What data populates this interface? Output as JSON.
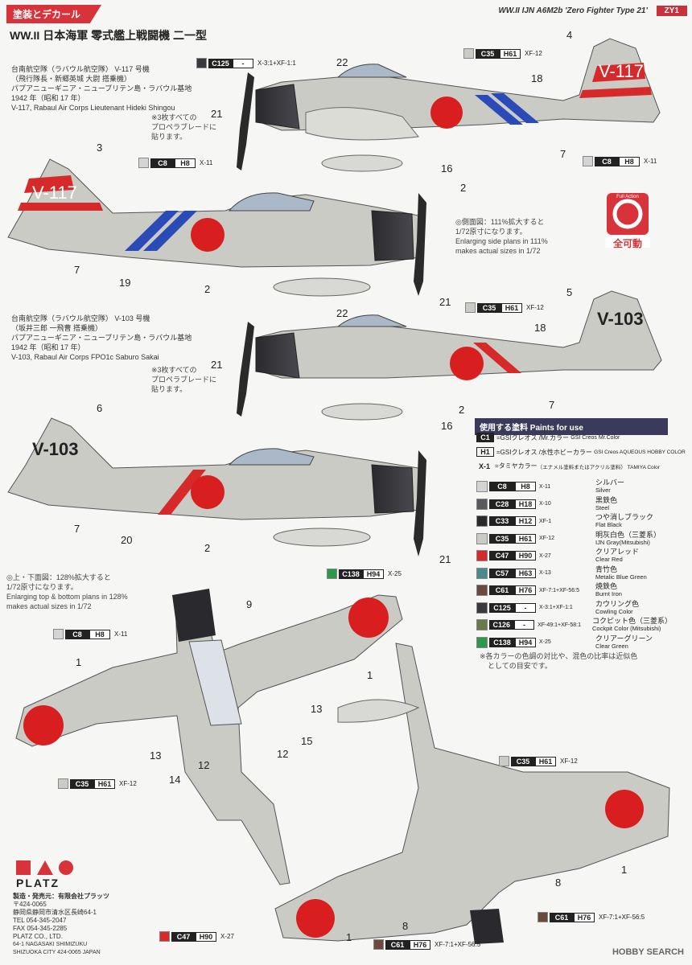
{
  "header": {
    "section_tab": "塗装とデカール",
    "right_title": "WW.II IJN A6M2b 'Zero Fighter Type 21'",
    "right_code": "ZY1",
    "main_title": "WW.II 日本海軍 零式艦上戦闘機 二一型"
  },
  "v117": {
    "caption_ja": [
      "台南航空隊（ラバウル航空隊） V-117 号機",
      "（飛行隊長・新郷英城 大尉 搭乗機）",
      "パプアニューギニア・ニューブリテン島・ラバウル基地",
      "1942 年（昭和 17 年）"
    ],
    "caption_en": "V-117, Rabaul Air Corps Lieutenant Hideki Shingou",
    "tail_code": "V-117"
  },
  "v103": {
    "caption_ja": [
      "台南航空隊（ラバウル航空隊） V-103 号機",
      "（坂井三郎 一飛曹 搭乗機）",
      "パプアニューギニア・ニューブリテン島・ラバウル基地",
      "1942 年（昭和 17 年）"
    ],
    "caption_en": "V-103, Rabaul Air Corps FPO1c Saburo Sakai",
    "tail_code": "V-103"
  },
  "notes": {
    "propeller": [
      "※3枚すべての",
      "プロペラブレードに",
      "貼ります。"
    ],
    "side_scale": [
      "◎側面図：111%拡大すると",
      "1/72原寸になります。",
      "Enlarging side plans in 111%",
      "makes actual sizes in 1/72"
    ],
    "topbottom_scale": [
      "◎上・下面図：128%拡大すると",
      "1/72原寸になります。",
      "Enlarging top & bottom plans in 128%",
      "makes actual sizes in 1/72"
    ],
    "color_note": [
      "※各カラーの色調の対比や、混色の比率は近似色",
      "としての目安です。"
    ]
  },
  "chips": {
    "c125": {
      "c": "C125",
      "h": "-",
      "x": "X-3:1+XF-1:1",
      "color": "#3a3a3e"
    },
    "c35": {
      "c": "C35",
      "h": "H61",
      "x": "XF-12",
      "color": "#c9cbc4"
    },
    "c8": {
      "c": "C8",
      "h": "H8",
      "x": "X-11",
      "color": "#d4d4d4"
    },
    "c138": {
      "c": "C138",
      "h": "H94",
      "x": "X-25",
      "color": "#2a9a4a"
    },
    "c47": {
      "c": "C47",
      "h": "H90",
      "x": "X-27",
      "color": "#d62a2a"
    },
    "c61": {
      "c": "C61",
      "h": "H76",
      "x": "XF-7:1+XF-56:5",
      "color": "#6a4a3a"
    }
  },
  "callouts": {
    "n1": "1",
    "n2": "2",
    "n3": "3",
    "n4": "4",
    "n5": "5",
    "n6": "6",
    "n7": "7",
    "n8": "8",
    "n9": "9",
    "n12": "12",
    "n13": "13",
    "n14": "14",
    "n15": "15",
    "n16": "16",
    "n18": "18",
    "n19": "19",
    "n20": "20",
    "n21": "21",
    "n22": "22"
  },
  "paints": {
    "header": "使用する塗料 Paints for use",
    "legend": [
      {
        "key": "C1",
        "text_ja": "=GSIクレオス /Mr.カラー",
        "text_en": "GSI Creos Mr.Color",
        "inverse": true
      },
      {
        "key": "H1",
        "text_ja": "=GSIクレオス /水性ホビーカラー",
        "text_en": "GSI Creos AQUEOUS HOBBY COLOR",
        "inverse": false
      },
      {
        "key": "X-1",
        "text_ja": "=タミヤカラー",
        "text_en": "（エナメル塗料またはアクリル塗料） TAMIYA Color",
        "inverse": false
      }
    ],
    "rows": [
      {
        "c": "C8",
        "h": "H8",
        "x": "X-11",
        "ja": "シルバー",
        "en": "Silver",
        "color": "#d4d4d4"
      },
      {
        "c": "C28",
        "h": "H18",
        "x": "X-10",
        "ja": "黒鉄色",
        "en": "Steel",
        "color": "#5a5a5e"
      },
      {
        "c": "C33",
        "h": "H12",
        "x": "XF-1",
        "ja": "つや消しブラック",
        "en": "Flat Black",
        "color": "#2a2a2a"
      },
      {
        "c": "C35",
        "h": "H61",
        "x": "XF-12",
        "ja": "明灰白色（三菱系）",
        "en": "IJN Gray(Mitsubishi)",
        "color": "#c9cbc4"
      },
      {
        "c": "C47",
        "h": "H90",
        "x": "X-27",
        "ja": "クリアレッド",
        "en": "Clear Red",
        "color": "#d62a2a"
      },
      {
        "c": "C57",
        "h": "H63",
        "x": "X-13",
        "ja": "青竹色",
        "en": "Metalic Blue Green",
        "color": "#4a8a8a"
      },
      {
        "c": "C61",
        "h": "H76",
        "x": "XF-7:1+XF-56:5",
        "ja": "焼鉄色",
        "en": "Burnt Iron",
        "color": "#6a4a3a"
      },
      {
        "c": "C125",
        "h": "-",
        "x": "X-3:1+XF-1:1",
        "ja": "カウリング色",
        "en": "Cowling Color",
        "color": "#3a3a3e"
      },
      {
        "c": "C126",
        "h": "-",
        "x": "XF-49:1+XF-58:1",
        "ja": "コクピット色（三菱系）",
        "en": "Cockpit Color (Mitsubishi)",
        "color": "#6a7a4a"
      },
      {
        "c": "C138",
        "h": "H94",
        "x": "X-25",
        "ja": "クリアーグリーン",
        "en": "Clear Green",
        "color": "#2a9a4a"
      }
    ]
  },
  "maker": {
    "brand": "PLATZ",
    "lines": [
      "製造・発売元：有限会社プラッツ",
      "〒424-0065",
      "静岡県静岡市清水区長崎64-1",
      "TEL 054-345-2047",
      "FAX 054-345-2285",
      "PLATZ CO., LTD.",
      "64-1 NAGASAKI SHIMIZUKU",
      "SHIZUOKA CITY 424-0065 JAPAN"
    ]
  },
  "full_action": {
    "label": "Full Action",
    "kanji": "全可動"
  },
  "watermark": "HOBBY SEARCH",
  "colors": {
    "gray": "#c9cbc4",
    "red": "#d62a2a",
    "blue": "#2a4ab8",
    "cowl": "#3a3a3e",
    "hinomaru": "#d81e1e"
  }
}
